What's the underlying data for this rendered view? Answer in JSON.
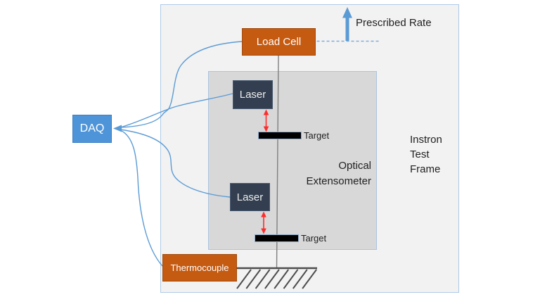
{
  "diagram": {
    "daq": {
      "label": "DAQ"
    },
    "load_cell": {
      "label": "Load Cell"
    },
    "laser_top": {
      "label": "Laser"
    },
    "laser_bottom": {
      "label": "Laser"
    },
    "thermocouple": {
      "label": "Thermocouple"
    },
    "target_top": {
      "label": "Target"
    },
    "target_bottom": {
      "label": "Target"
    },
    "prescribed_rate": {
      "label": "Prescribed Rate"
    },
    "optical_extensometer": {
      "line1": "Optical",
      "line2": "Extensometer"
    },
    "instron": {
      "line1": "Instron",
      "line2": "Test",
      "line3": "Frame"
    }
  },
  "colors": {
    "frame_fill": "#F2F2F2",
    "frame_border": "#AECAE8",
    "extensometer_fill": "#D8D8D8",
    "extensometer_border": "#A8C4E1",
    "orange_box": "#C55A11",
    "orange_border": "#A14B0D",
    "blue_box": "#4E94D8",
    "blue_box_border": "#3D7FC1",
    "navy_box": "#333F50",
    "connector": "#5B9BD5",
    "rate_arrow": "#5B9BD5",
    "dashed_line": "#7FABDB",
    "red_arrow": "#FF2B2B",
    "target_bar": "#000000",
    "specimen_line": "#7F7F7F",
    "ground": "#4D4D4D",
    "text": "#1F1F1F"
  }
}
